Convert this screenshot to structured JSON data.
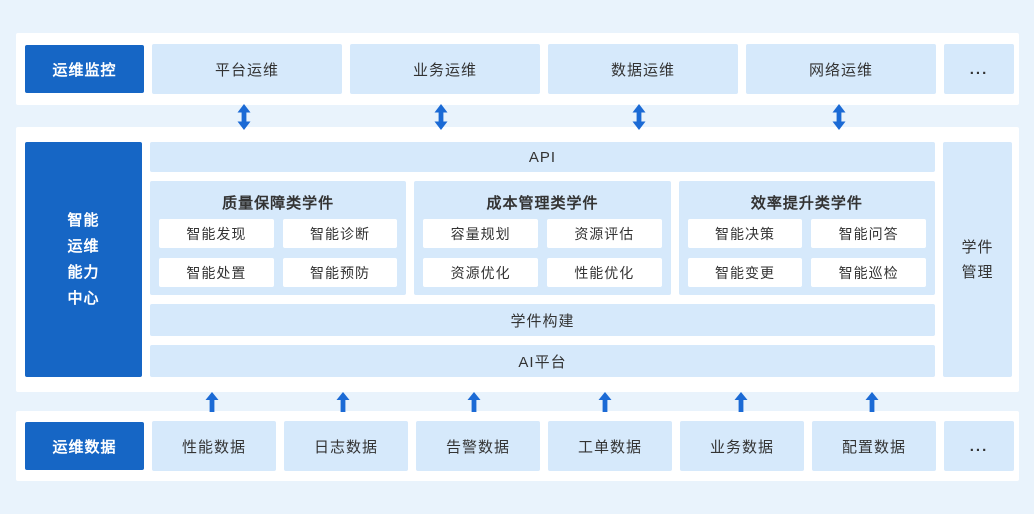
{
  "colors": {
    "page_bg": "#e9f3fc",
    "panel_bg": "#ffffff",
    "primary_blue": "#1666c5",
    "light_blue": "#d6e9fb",
    "arrow_blue": "#1b6ad5",
    "text_dark": "#333333"
  },
  "monitoring_row": {
    "header": "运维监控",
    "items": [
      "平台运维",
      "业务运维",
      "数据运维",
      "网络运维"
    ],
    "more": "..."
  },
  "capability_center": {
    "header": "智能\n运维\n能力\n中心",
    "api_bar": "API",
    "groups": [
      {
        "title": "质量保障类学件",
        "chips": [
          "智能发现",
          "智能诊断",
          "智能处置",
          "智能预防"
        ]
      },
      {
        "title": "成本管理类学件",
        "chips": [
          "容量规划",
          "资源评估",
          "资源优化",
          "性能优化"
        ]
      },
      {
        "title": "效率提升类学件",
        "chips": [
          "智能决策",
          "智能问答",
          "智能变更",
          "智能巡检"
        ]
      }
    ],
    "build_bar": "学件构建",
    "ai_bar": "AI平台",
    "management": "学件\n管理"
  },
  "data_row": {
    "header": "运维数据",
    "items": [
      "性能数据",
      "日志数据",
      "告警数据",
      "工单数据",
      "业务数据",
      "配置数据"
    ],
    "more": "..."
  }
}
